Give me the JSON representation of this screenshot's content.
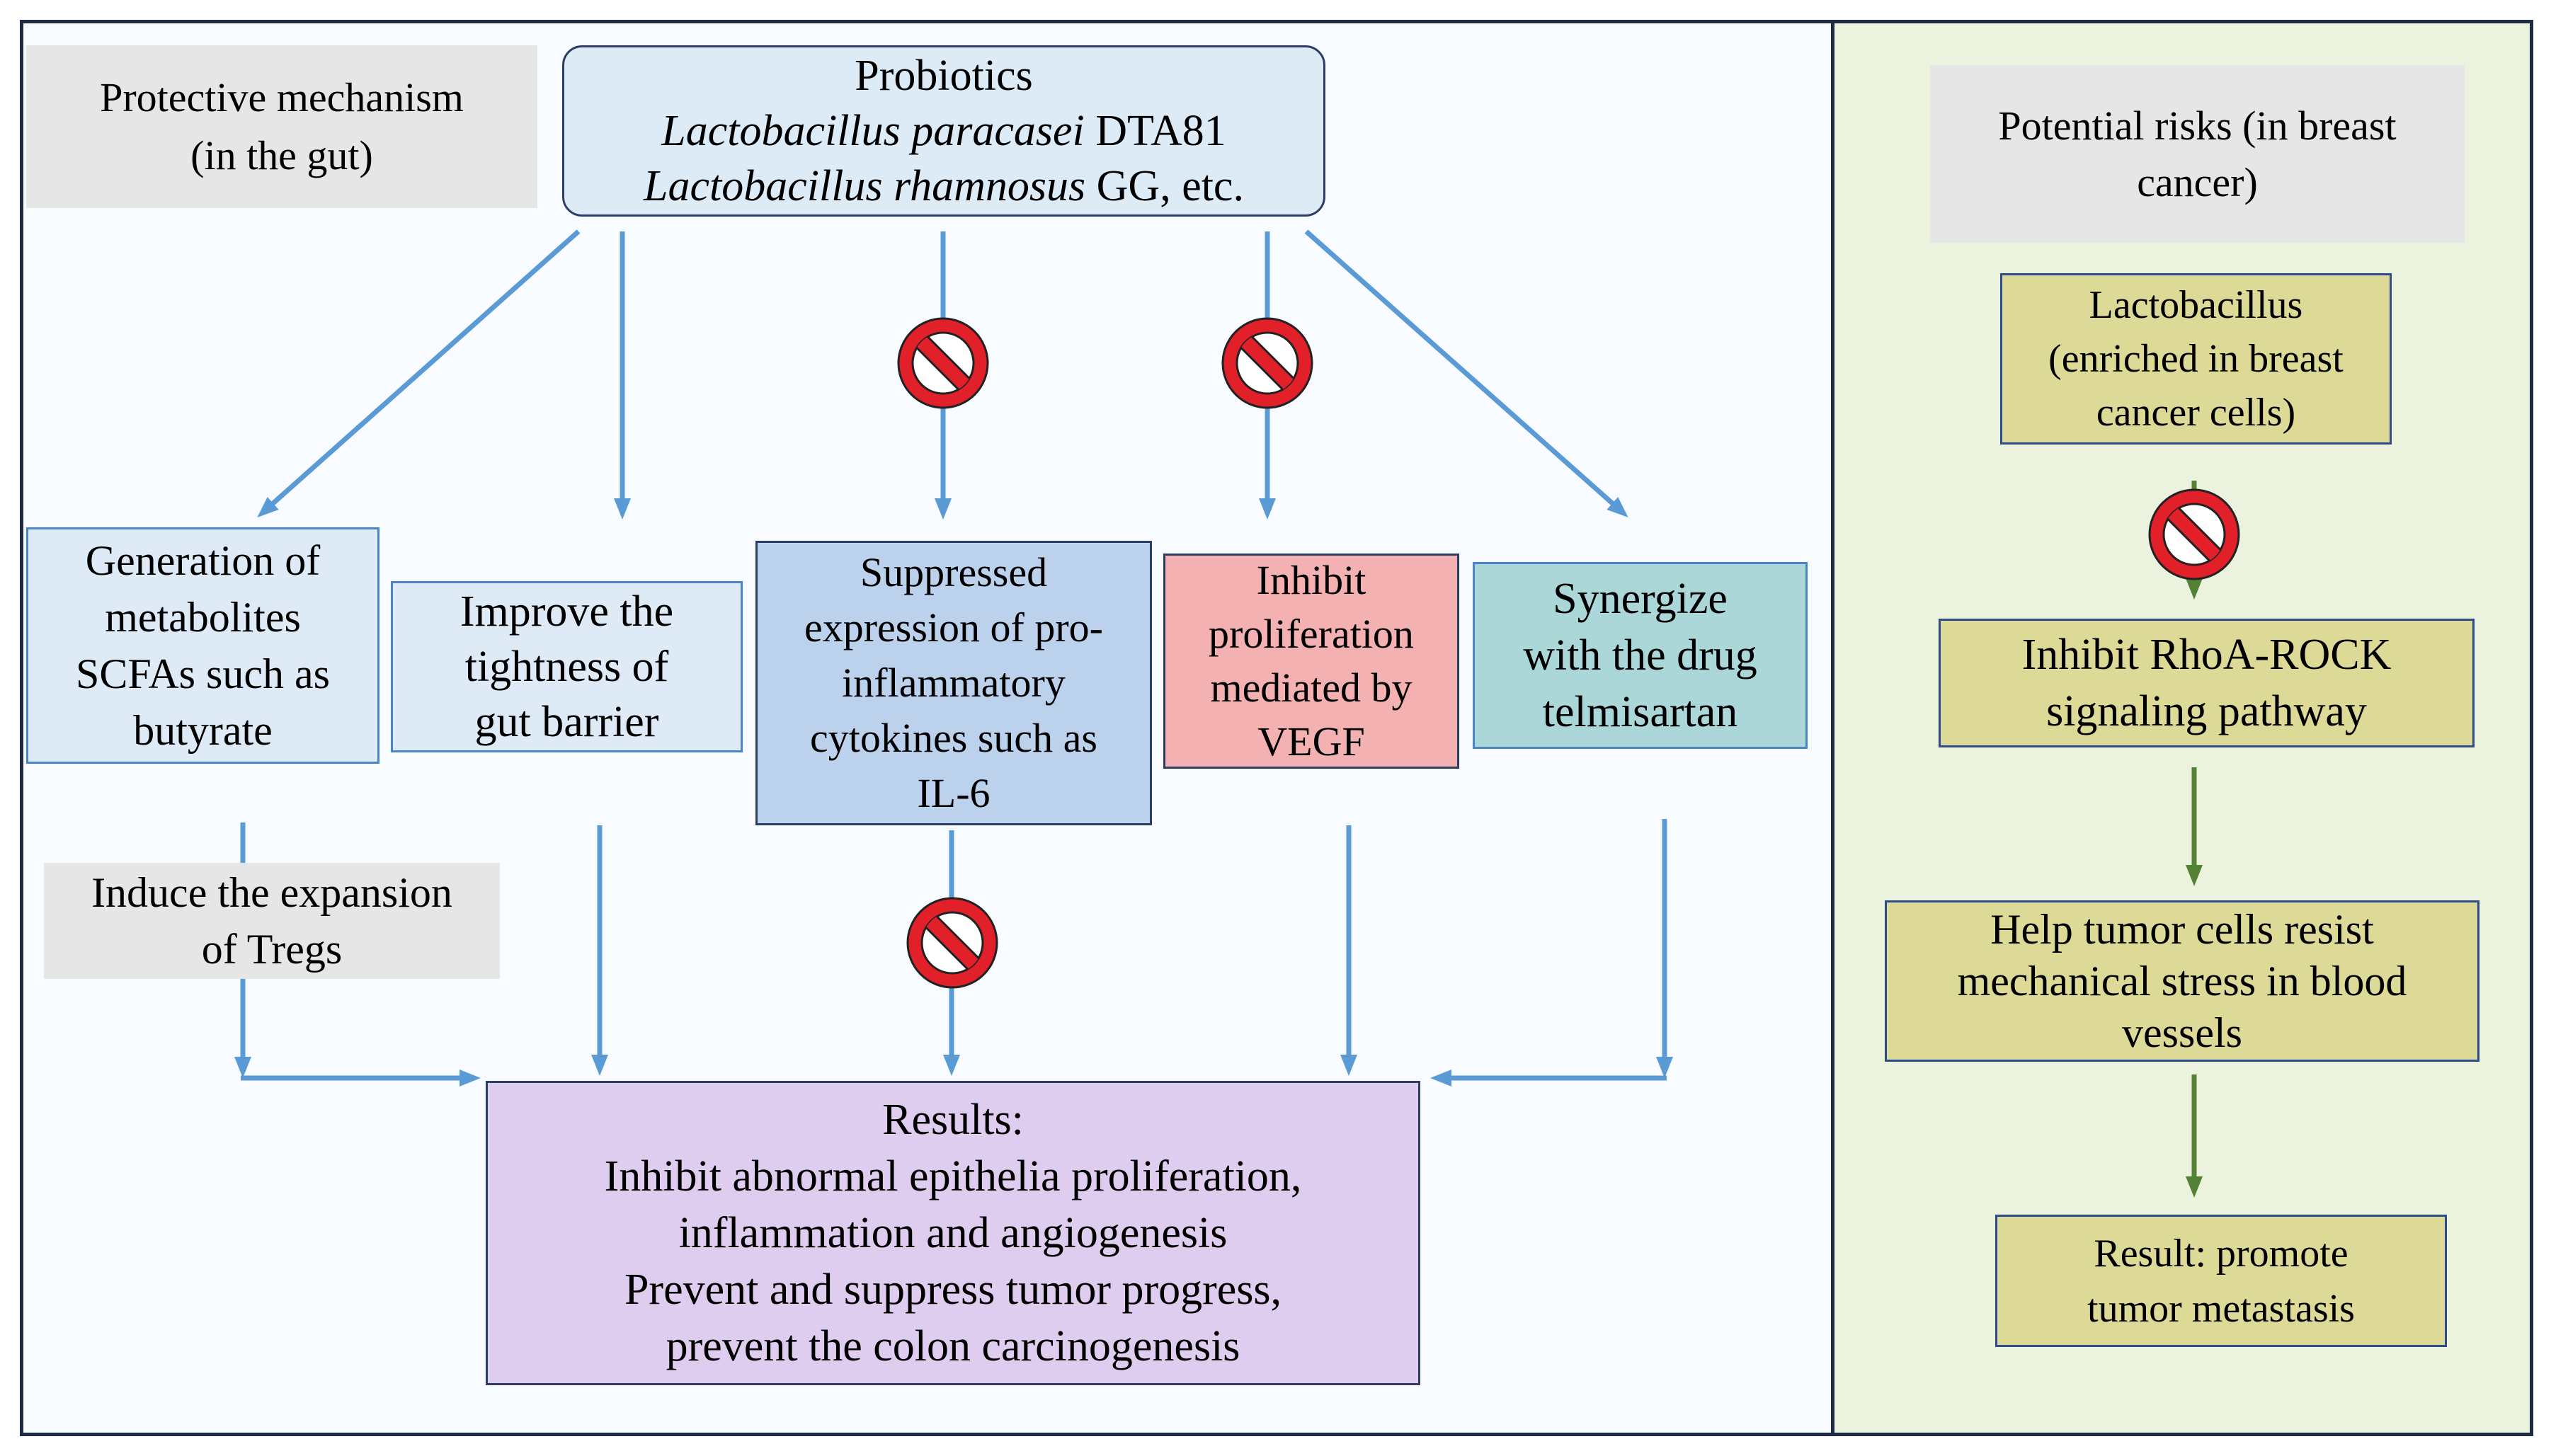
{
  "colors": {
    "frame_border": "#1d2b45",
    "left_panel_bg": "#f8fbff",
    "right_panel_bg": "#ebf3df",
    "label_gray": "#e7e6e6",
    "probiotics_fill": "#ddebf7",
    "light_blue_fill": "#deebf7",
    "cytokine_fill": "#bcd2ec",
    "vegf_fill": "#f3b1b1",
    "telmisartan_fill": "#abd7d8",
    "results_fill": "#dfcdf0",
    "risk_fill": "#ddd997",
    "risk_border": "#2f4c8a",
    "box_border_blue": "#4a86c5",
    "box_border_navy": "#2c3e66",
    "blue_arrow": "#5b9bd5",
    "green_arrow": "#548235",
    "inhibit_red": "#e2202a"
  },
  "icons": {
    "inhibition": "no-symbol-icon",
    "arrow": "arrow-icon"
  },
  "protective": {
    "header": [
      "Protective mechanism",
      "(in the gut)"
    ],
    "probiotics": {
      "title": "Probiotics",
      "strains": [
        {
          "species": "Lactobacillus paracasei",
          "strain": " DTA81"
        },
        {
          "species": "Lactobacillus rhamnosus",
          "strain": " GG, etc."
        }
      ]
    },
    "mechanisms": {
      "metabolites": [
        "Generation of",
        "metabolites",
        "SCFAs such as",
        "butyrate"
      ],
      "gut_barrier": [
        "Improve the",
        "tightness of",
        "gut barrier"
      ],
      "cytokines": [
        "Suppressed",
        "expression of pro-",
        "inflammatory",
        "cytokines such as",
        "IL-6"
      ],
      "vegf": [
        "Inhibit",
        "proliferation",
        "mediated by",
        "VEGF"
      ],
      "telmisartan": [
        "Synergize",
        "with the drug",
        "telmisartan"
      ]
    },
    "tregs": [
      "Induce the expansion",
      "of Tregs"
    ],
    "results": [
      "Results:",
      "Inhibit abnormal epithelia proliferation,",
      "inflammation and angiogenesis",
      "Prevent and suppress tumor progress,",
      "prevent the colon carcinogenesis"
    ]
  },
  "risks": {
    "header": [
      "Potential risks (in breast",
      "cancer)"
    ],
    "steps": [
      [
        "Lactobacillus",
        "(enriched in breast",
        "cancer cells)"
      ],
      [
        "Inhibit RhoA-ROCK",
        "signaling pathway"
      ],
      [
        "Help tumor cells resist",
        "mechanical stress in blood",
        "vessels"
      ],
      [
        "Result: promote",
        "tumor metastasis"
      ]
    ]
  }
}
